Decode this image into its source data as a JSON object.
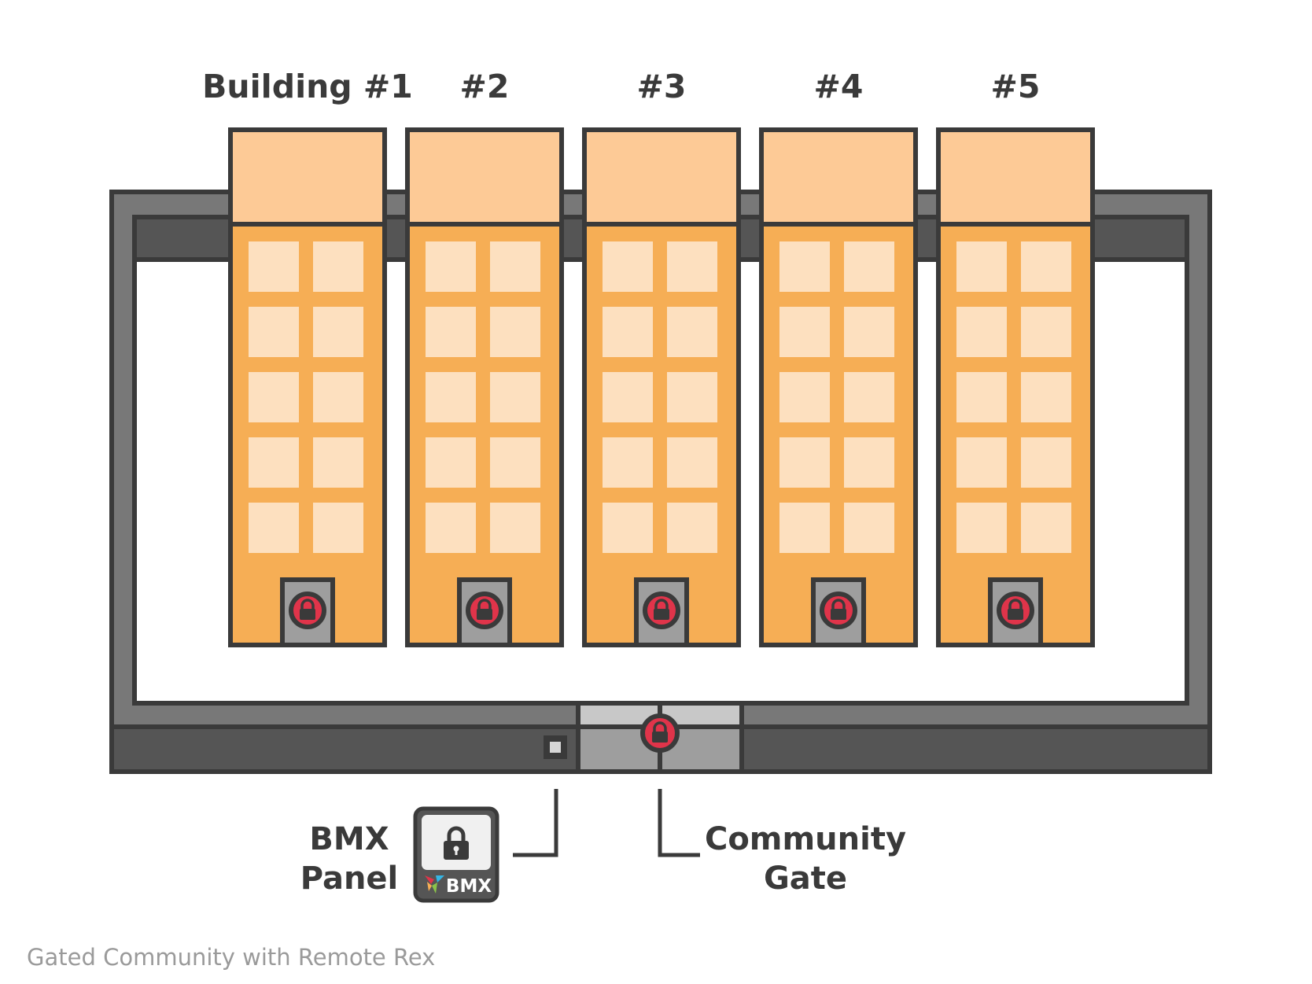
{
  "buildings": [
    {
      "label": "Building #1"
    },
    {
      "label": "#2"
    },
    {
      "label": "#3"
    },
    {
      "label": "#4"
    },
    {
      "label": "#5"
    }
  ],
  "bmx_panel": {
    "label_line1": "BMX",
    "label_line2": "Panel",
    "badge_text": "BMX"
  },
  "community_gate": {
    "label_line1": "Community",
    "label_line2": "Gate"
  },
  "caption": "Gated Community with Remote Rex",
  "colors": {
    "outline": "#3a3a3a",
    "wall_light": "#787878",
    "wall_dark": "#555555",
    "building_roof": "#fdca96",
    "building_body": "#f6ae55",
    "window": "#fde0bf",
    "lock_red": "#e0344a",
    "door_gray": "#9e9e9e",
    "gate_light": "#c8c8c8"
  }
}
